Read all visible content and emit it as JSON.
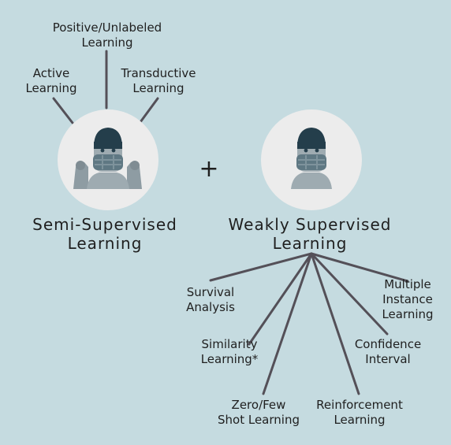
{
  "left_concept": {
    "title": [
      "Semi-Supervised",
      "Learning"
    ],
    "related": [
      {
        "line1": "Positive/Unlabeled",
        "line2": "Learning"
      },
      {
        "line1": "Active",
        "line2": "Learning"
      },
      {
        "line1": "Transductive",
        "line2": "Learning"
      }
    ]
  },
  "operator": "+",
  "right_concept": {
    "title": [
      "Weakly Supervised",
      "Learning"
    ],
    "related": [
      {
        "line1": "Survival",
        "line2": "Analysis"
      },
      {
        "line1": "Multiple",
        "line2": "Instance",
        "line3": "Learning"
      },
      {
        "line1": "Similarity",
        "line2": "Learning*"
      },
      {
        "line1": "Confidence",
        "line2": "Interval"
      },
      {
        "line1": "Zero/Few",
        "line2": "Shot Learning"
      },
      {
        "line1": "Reinforcement",
        "line2": "Learning"
      }
    ]
  },
  "icons": [
    "strong-robot-icon",
    "robot-bust-icon"
  ],
  "colors": {
    "background": "#c5dbe0",
    "circle": "#ececec",
    "line": "#545058",
    "robot_dark": "#243e4b",
    "robot_body": "#8e9ca3"
  }
}
